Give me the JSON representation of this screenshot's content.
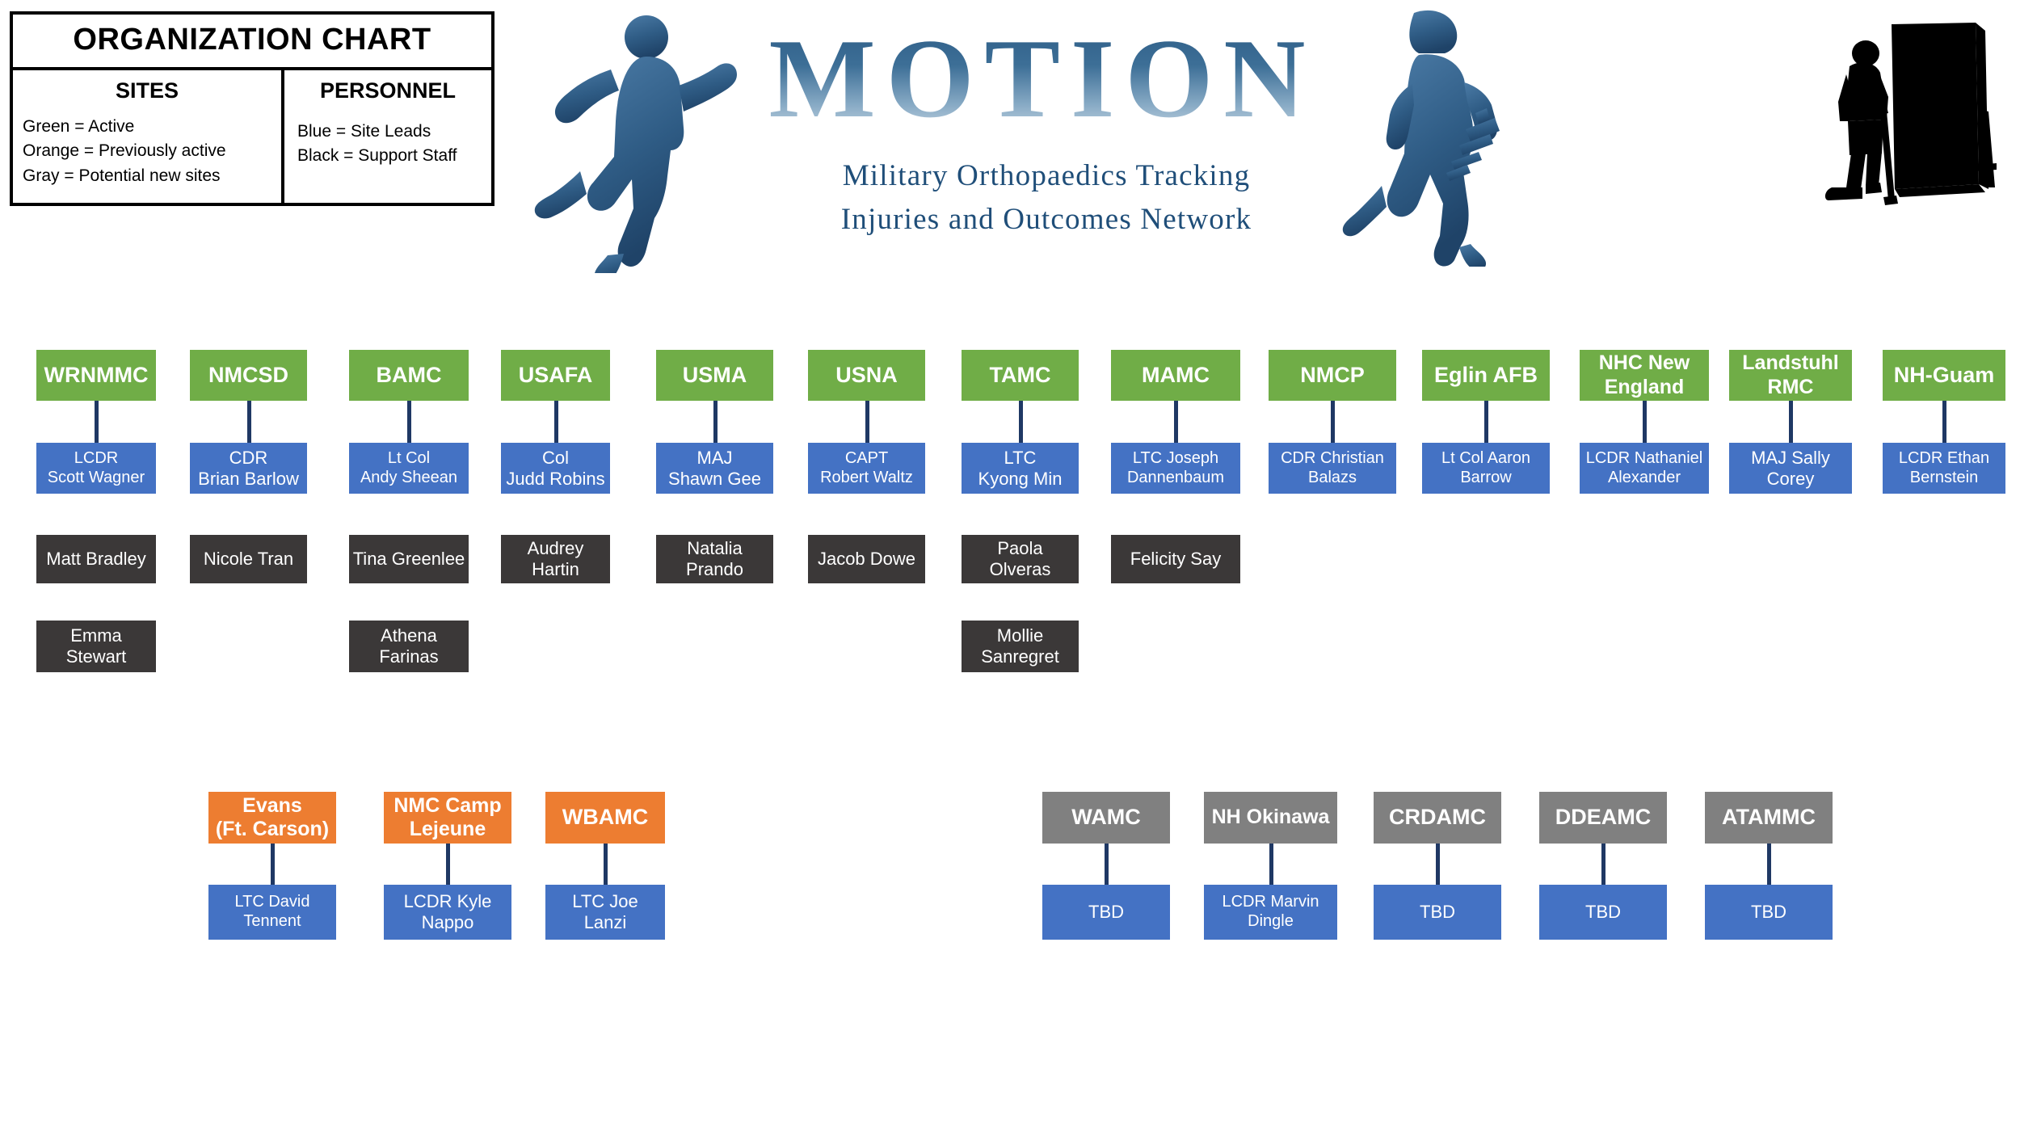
{
  "legend": {
    "title": "ORGANIZATION CHART",
    "sites": {
      "heading": "SITES",
      "lines": [
        "Green = Active",
        "Orange = Previously active",
        "Gray = Potential new sites"
      ]
    },
    "personnel": {
      "heading": "PERSONNEL",
      "lines": [
        "Blue = Site Leads",
        "Black = Support Staff"
      ]
    }
  },
  "logo": {
    "wordmark": "MOTION",
    "tagline_line1": "Military Orthopaedics Tracking",
    "tagline_line2": "Injuries and Outcomes Network",
    "runner_icon": "running-person-silhouette",
    "soldier_icon": "soldier-with-rifle-silhouette",
    "mirror_icon": "wounded-soldier-mirror-silhouette"
  },
  "colors": {
    "active_site": "#70AD47",
    "previous_site": "#ED7D31",
    "potential_site": "#808080",
    "site_lead": "#4472C4",
    "support_staff": "#3B3838",
    "connector": "#1F3864",
    "logo_blue": "#1F4E79"
  },
  "chart_data": {
    "type": "organization-chart",
    "title": "ORGANIZATION CHART",
    "groups": [
      {
        "id": "active",
        "status": "Active",
        "color": "#70AD47",
        "columns": [
          {
            "site": "WRNMMC",
            "lead": "LCDR\nScott Wagner",
            "staff": [
              "Matt Bradley",
              "Emma\nStewart"
            ]
          },
          {
            "site": "NMCSD",
            "lead": "CDR\nBrian Barlow",
            "staff": [
              "Nicole Tran"
            ]
          },
          {
            "site": "BAMC",
            "lead": "Lt Col\nAndy Sheean",
            "staff": [
              "Tina Greenlee",
              "Athena\nFarinas"
            ]
          },
          {
            "site": "USAFA",
            "lead": "Col\nJudd Robins",
            "staff": [
              "Audrey Hartin"
            ]
          },
          {
            "site": "USMA",
            "lead": "MAJ\nShawn Gee",
            "staff": [
              "Natalia Prando"
            ]
          },
          {
            "site": "USNA",
            "lead": "CAPT\nRobert Waltz",
            "staff": [
              "Jacob Dowe"
            ]
          },
          {
            "site": "TAMC",
            "lead": "LTC\nKyong Min",
            "staff": [
              "Paola Olveras",
              "Mollie\nSanregret"
            ]
          },
          {
            "site": "MAMC",
            "lead": "LTC Joseph\nDannenbaum",
            "staff": [
              "Felicity Say"
            ]
          },
          {
            "site": "NMCP",
            "lead": "CDR Christian\nBalazs",
            "staff": []
          },
          {
            "site": "Eglin AFB",
            "lead": "Lt Col Aaron\nBarrow",
            "staff": []
          },
          {
            "site": "NHC New\nEngland",
            "lead": "LCDR Nathaniel\nAlexander",
            "staff": []
          },
          {
            "site": "Landstuhl\nRMC",
            "lead": "MAJ Sally Corey",
            "staff": []
          },
          {
            "site": "NH-Guam",
            "lead": "LCDR Ethan\nBernstein",
            "staff": []
          }
        ]
      },
      {
        "id": "previously_active",
        "status": "Previously active",
        "color": "#ED7D31",
        "columns": [
          {
            "site": "Evans\n(Ft. Carson)",
            "lead": "LTC David\nTennent",
            "staff": []
          },
          {
            "site": "NMC Camp\nLejeune",
            "lead": "LCDR Kyle\nNappo",
            "staff": []
          },
          {
            "site": "WBAMC",
            "lead": "LTC Joe\nLanzi",
            "staff": []
          }
        ]
      },
      {
        "id": "potential_new",
        "status": "Potential new sites",
        "color": "#808080",
        "columns": [
          {
            "site": "WAMC",
            "lead": "TBD",
            "staff": []
          },
          {
            "site": "NH Okinawa",
            "lead": "LCDR Marvin\nDingle",
            "staff": []
          },
          {
            "site": "CRDAMC",
            "lead": "TBD",
            "staff": []
          },
          {
            "site": "DDEAMC",
            "lead": "TBD",
            "staff": []
          },
          {
            "site": "ATAMMC",
            "lead": "TBD",
            "staff": []
          }
        ]
      }
    ]
  }
}
